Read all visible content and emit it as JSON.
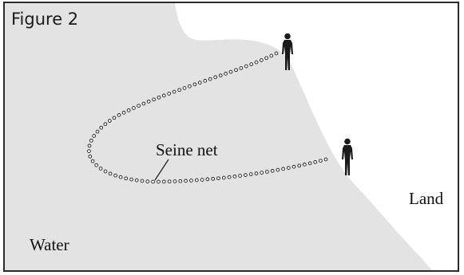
{
  "figure": {
    "title": "Figure 2",
    "labels": {
      "seine_net": "Seine net",
      "land": "Land",
      "water": "Water"
    }
  },
  "colors": {
    "water": "#e3e3e3",
    "land": "#ffffff",
    "outline": "#2b2b2b",
    "figure": "#1a1a1a"
  },
  "icons": {
    "person_top": "person-silhouette-icon",
    "person_bottom": "person-silhouette-icon"
  }
}
